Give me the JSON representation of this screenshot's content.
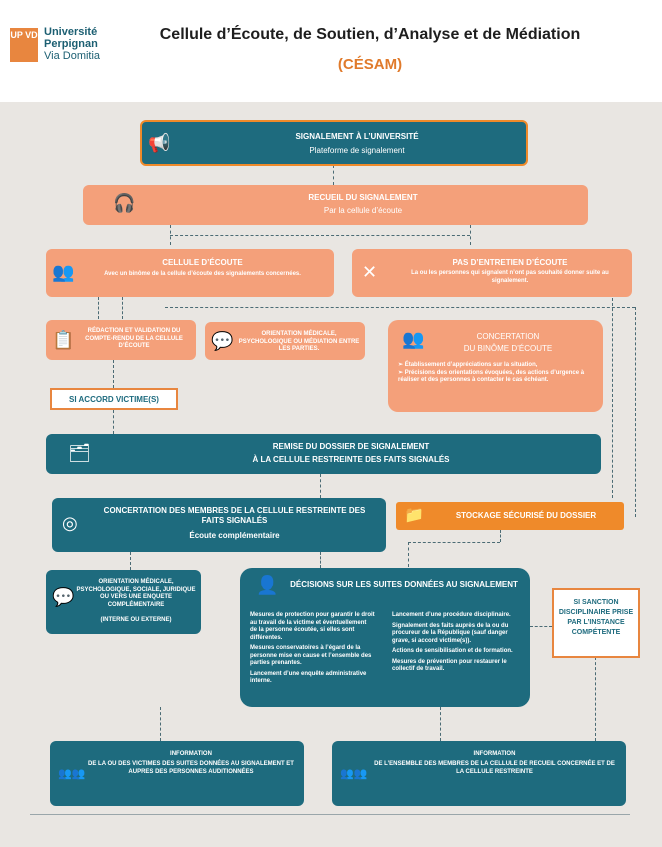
{
  "header": {
    "logo_mark": "UP VD",
    "logo_line1": "Université",
    "logo_line2": "Perpignan",
    "logo_line3": "Via Domitia",
    "title": "Cellule d’Écoute, de Soutien, d’Analyse et de Médiation",
    "subtitle": "(CÉSAM)"
  },
  "nodes": {
    "signalement": {
      "title": "SIGNALEMENT À L’UNIVERSITÉ",
      "sub": "Plateforme de signalement"
    },
    "recueil": {
      "title": "RECUEIL DU SIGNALEMENT",
      "sub": "Par la cellule d’écoute"
    },
    "cellule": {
      "title": "CELLULE D’ÉCOUTE",
      "sub": "Avec un binôme de la cellule d’écoute des signalements concernées."
    },
    "pas_entretien": {
      "title": "PAS D’ENTRETIEN D’ÉCOUTE",
      "sub": "La ou les personnes qui signalent n’ont pas souhaité donner suite au signalement."
    },
    "redaction": {
      "text": "RÉDACTION ET VALIDATION DU COMPTE-RENDU DE LA CELLULE D’ÉCOUTE"
    },
    "orientation1": {
      "text": "ORIENTATION MÉDICALE, PSYCHOLOGIQUE OU MÉDIATION ENTRE LES PARTIES."
    },
    "concertation_binome": {
      "title": "CONCERTATION",
      "title2": "DU BINÔME D’ÉCOUTE",
      "b1": "➢ Établissement d’appréciations sur la situation,",
      "b2": "➢ Précisions des orientations évoquées, des actions d’urgence à réaliser et des personnes à contacter le cas échéant."
    },
    "accord": {
      "text": "SI ACCORD VICTIME(S)"
    },
    "remise": {
      "title": "REMISE DU DOSSIER DE SIGNALEMENT",
      "sub": "À LA CELLULE RESTREINTE DES FAITS SIGNALÉS"
    },
    "concertation_membres": {
      "title": "CONCERTATION DES MEMBRES DE LA CELLULE RESTREINTE DES FAITS SIGNALÉS",
      "sub": "Écoute complémentaire"
    },
    "stockage": {
      "text": "STOCKAGE SÉCURISÉ DU DOSSIER"
    },
    "orientation2": {
      "text": "ORIENTATION MÉDICALE, PSYCHOLOGIQUE, SOCIALE, JURIDIQUE OU VERS UNE ENQUETE COMPLÉMENTAIRE",
      "sub": "(INTERNE OU EXTERNE)"
    },
    "decisions": {
      "title": "DÉCISIONS SUR LES SUITES DONNÉES AU SIGNALEMENT",
      "left": [
        "Mesures de protection pour garantir le droit au travail de la victime et éventuellement de la personne écoutée, si elles sont différentes.",
        "Mesures conservatoires à l’égard de la personne mise en cause et l’ensemble des parties prenantes.",
        "Lancement d’une enquête administrative interne."
      ],
      "right": [
        "Lancement d’une procédure disciplinaire.",
        "Signalement des faits auprès de la ou du procureur de la République (sauf danger grave, si accord victime(s)).",
        "Actions de sensibilisation et de formation.",
        "Mesures de prévention pour restaurer le collectif de travail."
      ]
    },
    "sanction": {
      "text": "SI SANCTION DISCIPLINAIRE PRISE PAR L’INSTANCE COMPÉTENTE"
    },
    "info1": {
      "title": "INFORMATION",
      "sub": "DE LA OU DES VICTIMES DES SUITES DONNÉES AU SIGNALEMENT ET AUPRES DES PERSONNES AUDITIONNÉES"
    },
    "info2": {
      "title": "INFORMATION",
      "sub": "DE L’ENSEMBLE DES MEMBRES DE LA CELLULE DE RECUEIL CONCERNÉE ET DE LA CELLULE RESTREINTE"
    }
  },
  "colors": {
    "teal": "#1e6b7e",
    "peach": "#f4a07a",
    "orange": "#ef8a2a"
  }
}
